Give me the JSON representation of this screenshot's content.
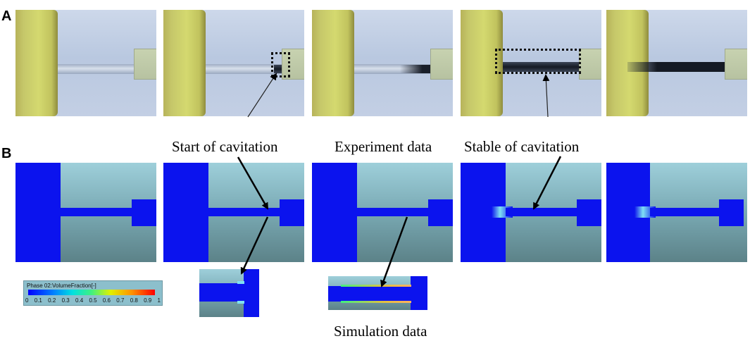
{
  "panels": {
    "a": "A",
    "b": "B"
  },
  "annotations": {
    "start": "Start of cavitation",
    "experiment": "Experiment data",
    "stable": "Stable of cavitation",
    "simulation": "Simulation data"
  },
  "legend": {
    "title": "Phase 02:VolumeFraction[-]",
    "ticks": [
      "0",
      "0.1",
      "0.2",
      "0.3",
      "0.4",
      "0.5",
      "0.6",
      "0.7",
      "0.8",
      "0.9",
      "1"
    ]
  },
  "colors": {
    "liquid": "#0b13ee",
    "vapor": "#ff0000",
    "background": "#ffffff"
  }
}
